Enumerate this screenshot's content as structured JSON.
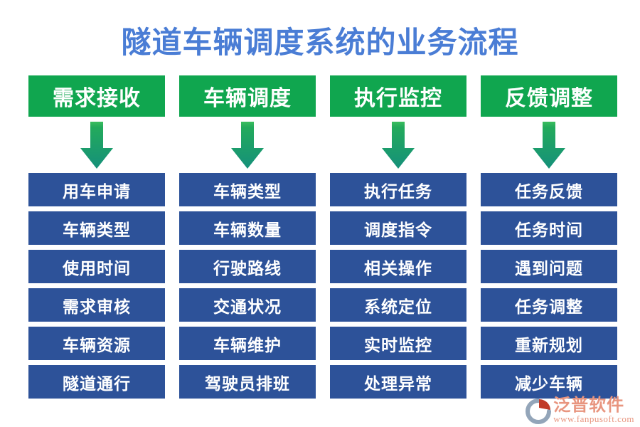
{
  "title": "隧道车辆调度系统的业务流程",
  "colors": {
    "title_blue": "#4a7dd5",
    "header_green": "#10a64f",
    "box_blue": "#2d5299",
    "arrow_green_top": "#2eb358",
    "arrow_teal_bottom": "#15907a",
    "watermark_salmon": "#e8957f",
    "logo_red": "#c13a27",
    "logo_gray": "#93a5b9"
  },
  "columns": [
    {
      "header": "需求接收",
      "items": [
        "用车申请",
        "车辆类型",
        "使用时间",
        "需求审核",
        "车辆资源",
        "隧道通行"
      ]
    },
    {
      "header": "车辆调度",
      "items": [
        "车辆类型",
        "车辆数量",
        "行驶路线",
        "交通状况",
        "车辆维护",
        "驾驶员排班"
      ]
    },
    {
      "header": "执行监控",
      "items": [
        "执行任务",
        "调度指令",
        "相关操作",
        "系统定位",
        "实时监控",
        "处理异常"
      ]
    },
    {
      "header": "反馈调整",
      "items": [
        "任务反馈",
        "任务时间",
        "遇到问题",
        "任务调整",
        "重新规划",
        "减少车辆"
      ]
    }
  ],
  "watermark": {
    "brand": "泛普软件",
    "url": "www.fanpusoft.com"
  }
}
